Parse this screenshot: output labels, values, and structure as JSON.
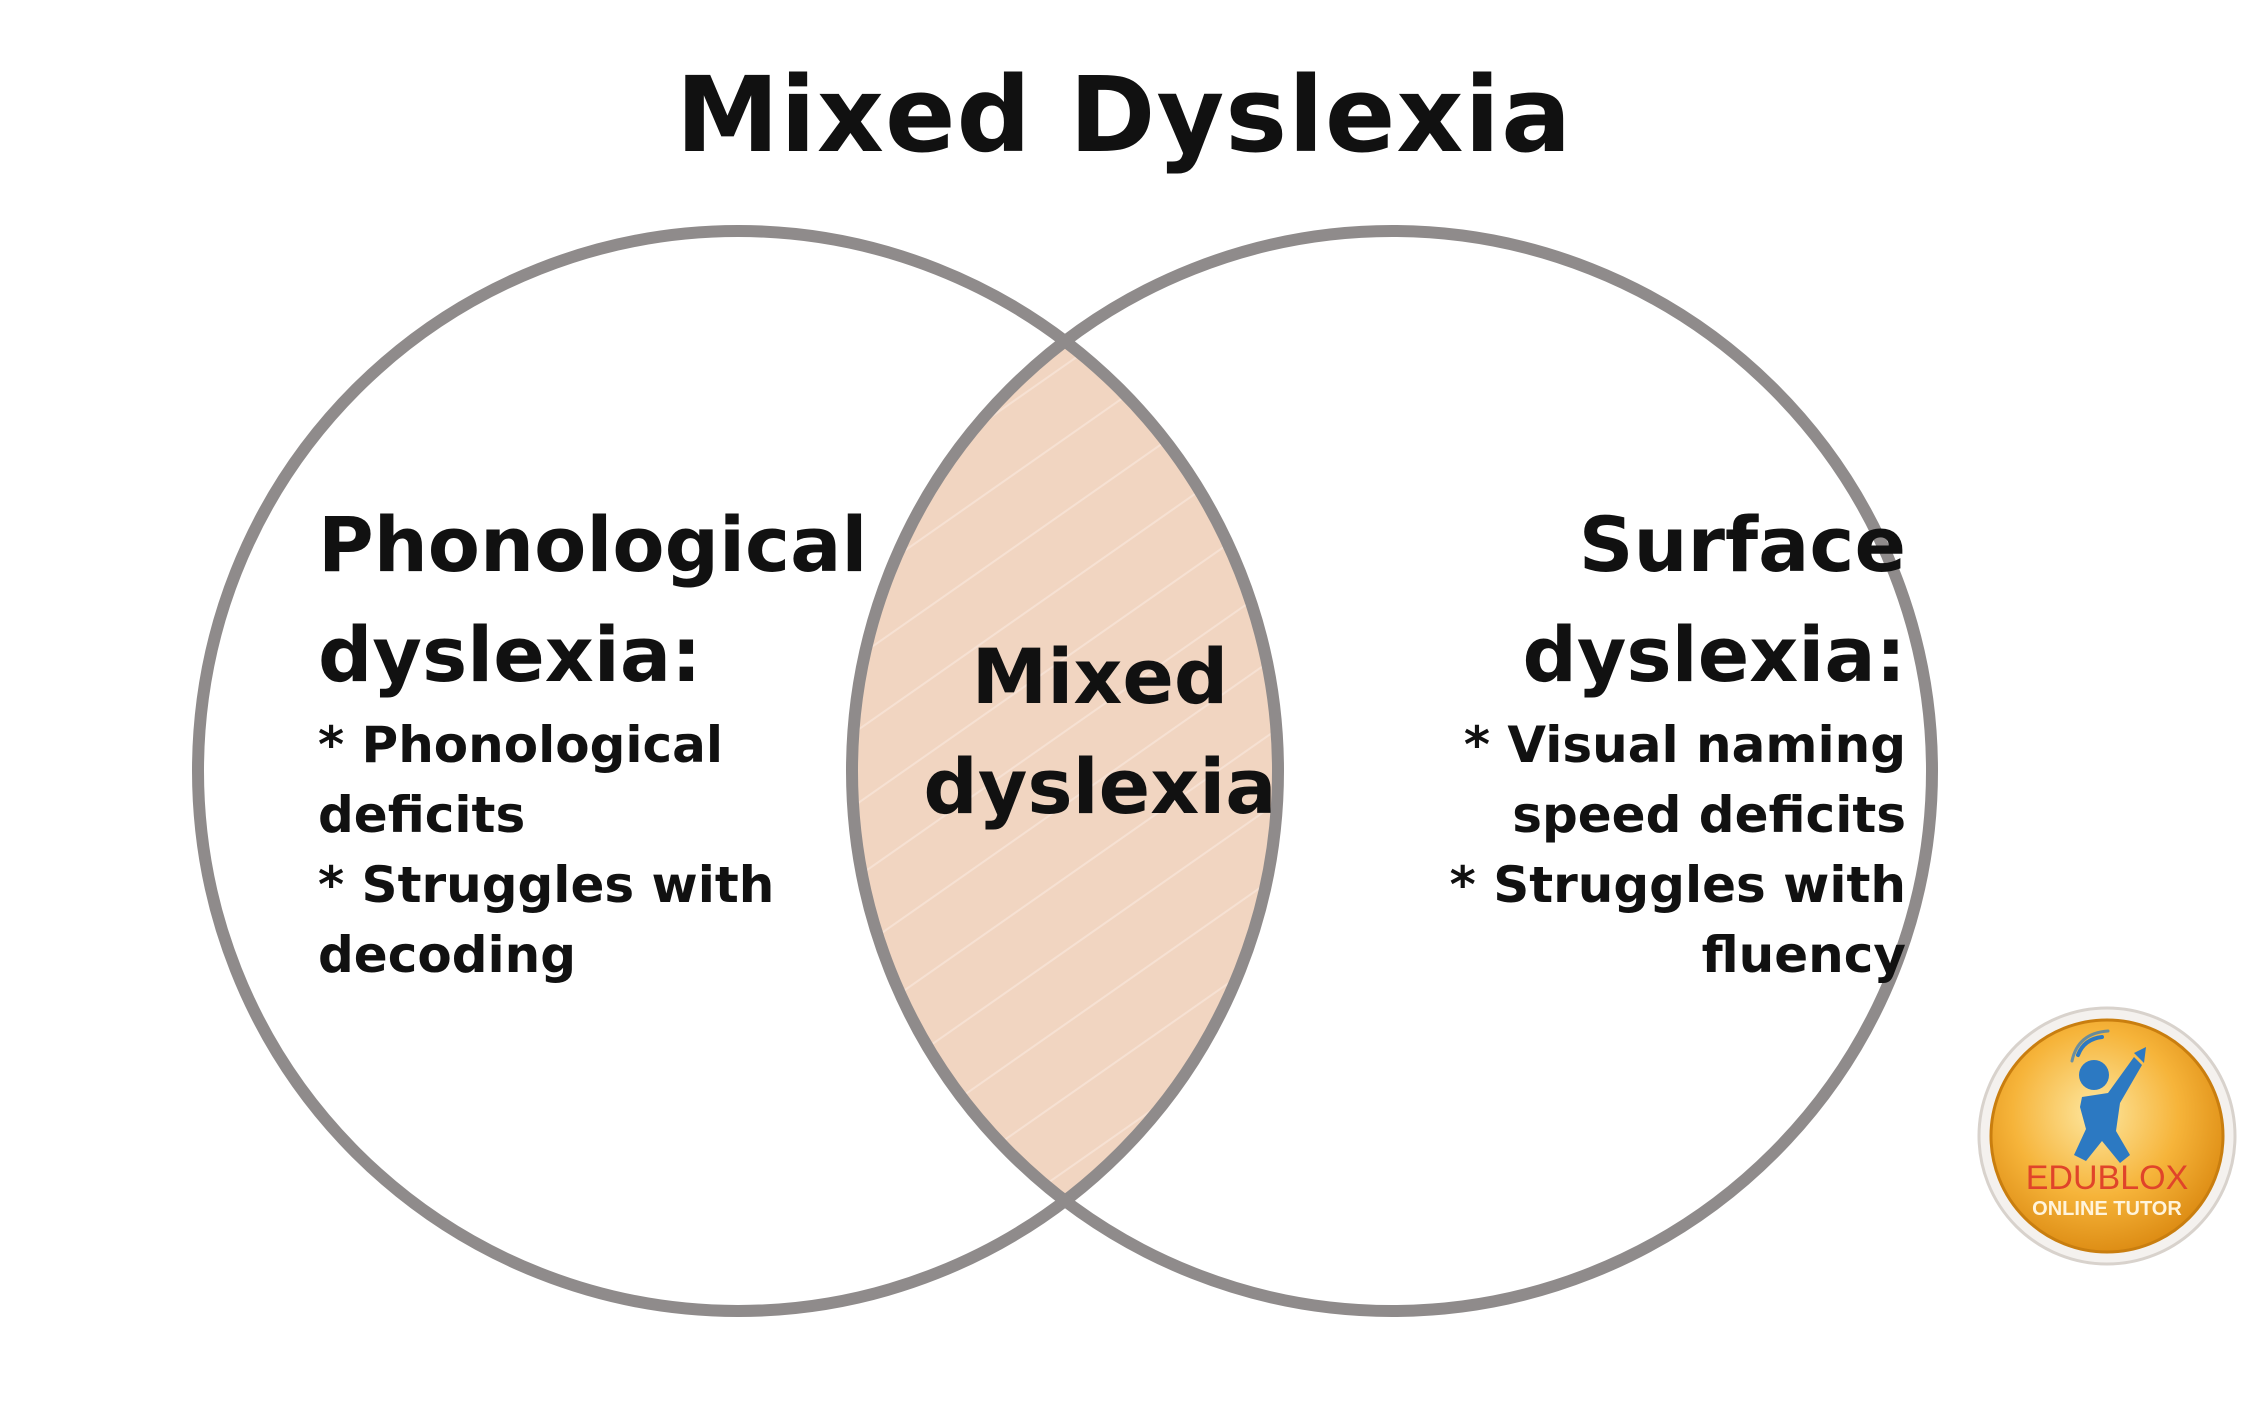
{
  "title": "Mixed Dyslexia",
  "colors": {
    "circle_stroke": "#8f8b8b",
    "overlap_fill": "#f1d5c1",
    "text": "#111111",
    "logo_gold": "#f2a21a",
    "logo_text": "#e0442a"
  },
  "left": {
    "heading": [
      "Phonological",
      "dyslexia:"
    ],
    "bullets": [
      "* Phonological",
      "deficits",
      "* Struggles with",
      "decoding"
    ]
  },
  "center": {
    "heading": [
      "Mixed",
      "dyslexia"
    ]
  },
  "right": {
    "heading": [
      "Surface",
      "dyslexia:"
    ],
    "bullets": [
      "* Visual naming",
      "speed deficits",
      "* Struggles with",
      "fluency"
    ]
  },
  "logo": {
    "icon": "edublox-figure-icon",
    "line1": "EDUBLOX",
    "line2": "ONLINE TUTOR"
  }
}
